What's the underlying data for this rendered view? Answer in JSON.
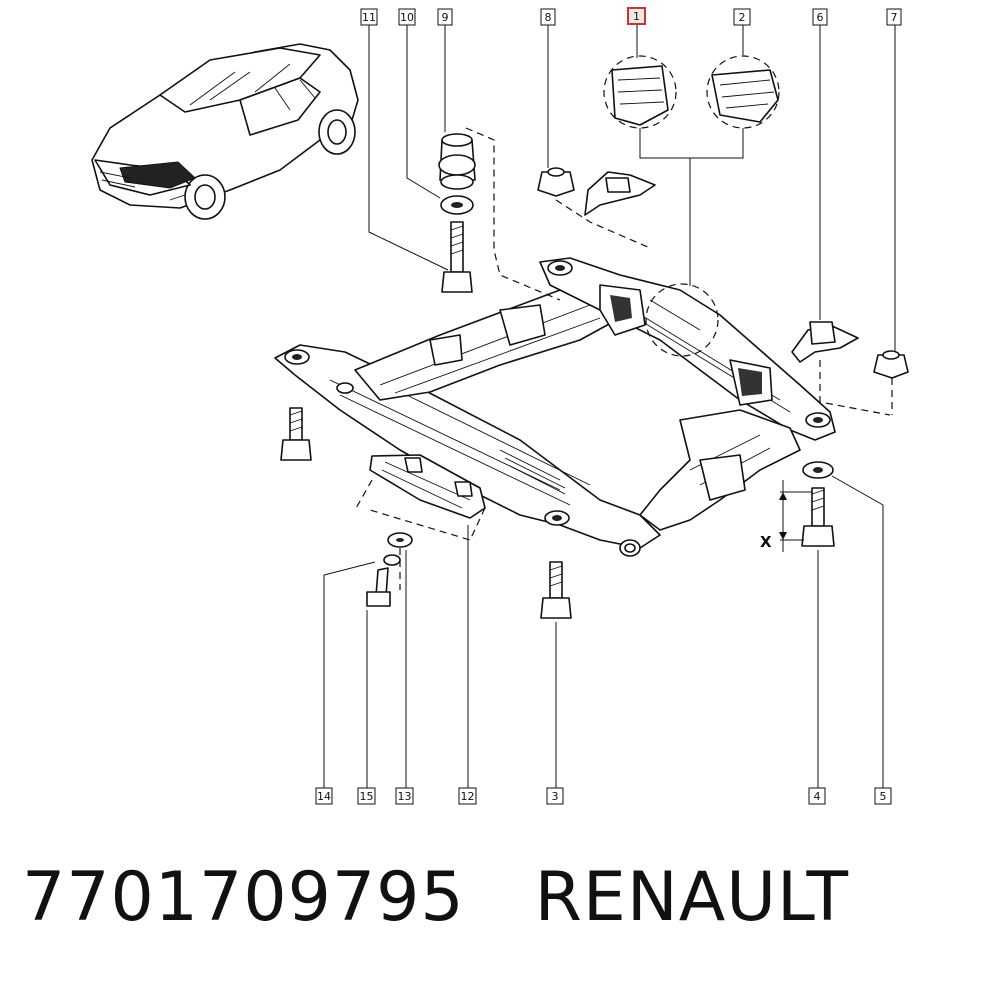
{
  "callouts": [
    {
      "num": "11",
      "highlight": false
    },
    {
      "num": "10",
      "highlight": false
    },
    {
      "num": "9",
      "highlight": false
    },
    {
      "num": "8",
      "highlight": false
    },
    {
      "num": "1",
      "highlight": true
    },
    {
      "num": "2",
      "highlight": false
    },
    {
      "num": "6",
      "highlight": false
    },
    {
      "num": "7",
      "highlight": false
    },
    {
      "num": "14",
      "highlight": false
    },
    {
      "num": "15",
      "highlight": false
    },
    {
      "num": "13",
      "highlight": false
    },
    {
      "num": "12",
      "highlight": false
    },
    {
      "num": "3",
      "highlight": false
    },
    {
      "num": "4",
      "highlight": false
    },
    {
      "num": "5",
      "highlight": false
    }
  ],
  "dimension_label": "X",
  "caption": {
    "part_number": "7701709795",
    "brand": "RENAULT"
  },
  "colors": {
    "line": "#111111",
    "highlight": "#c0392b"
  }
}
